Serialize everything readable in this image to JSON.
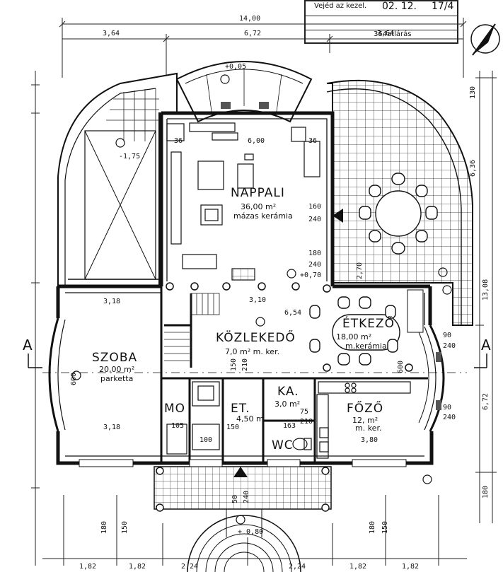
{
  "stamp": {
    "text1": "Vejéd az kezel.",
    "text2": "02. 12.",
    "text3": "17/4",
    "text4": "364atlárás"
  },
  "rooms": {
    "nappali": {
      "name": "NAPPALI",
      "area": "36,00 m²",
      "floor": "mázas kerámia"
    },
    "etkezo": {
      "name": "ÉTKEZŐ",
      "area": "18,00 m²",
      "floor": "m.kerámia"
    },
    "kozlekedo": {
      "name": "KÖZLEKEDŐ",
      "area": "7,0 m² m. ker."
    },
    "szoba": {
      "name": "SZOBA",
      "area": "20,00 m²",
      "floor": "parketta"
    },
    "mo": {
      "name": "MO"
    },
    "et": {
      "name": "ET.",
      "area": "4,50 m"
    },
    "ka": {
      "name": "KA.",
      "area": "3,0 m²"
    },
    "wc": {
      "name": "WC"
    },
    "fozo": {
      "name": "FŐZŐ",
      "area": "12, m²",
      "floor": "m. ker."
    }
  },
  "levels": {
    "top": "+0,05",
    "left": "-1,75",
    "mid": "+0,70",
    "bottom": "+ 0,80"
  },
  "section": {
    "left": "A",
    "right": "A"
  },
  "dims_top": {
    "total": "14,00",
    "left": "3,64",
    "mid": "6,72",
    "right": "3,64"
  },
  "dims_bottom": [
    "1,82",
    "1,82",
    "2,24",
    "2,24",
    "1,82",
    "1,82"
  ],
  "dims_inner": {
    "d600": "6,00",
    "d36a": "36",
    "d36b": "36",
    "d310": "3,10",
    "d654": "6,54",
    "d318a": "3,18",
    "d318b": "3,18",
    "d380": "3,80",
    "d160": "160",
    "d240a": "240",
    "d180": "180",
    "d240b": "240",
    "d270": "2,70",
    "d636": "6,36",
    "d1308": "13,08",
    "d672": "6,72",
    "d130": "130",
    "d180r": "180",
    "d600l": "600",
    "d600r": "600",
    "d150a": "150",
    "d210a": "210",
    "d150b": "150",
    "d100": "100",
    "d163": "163",
    "d75": "75",
    "d210b": "210",
    "d105": "105",
    "d90a": "90",
    "d240c": "240",
    "d90b": "90",
    "d240d": "240",
    "d180b1": "180",
    "d150c": "150",
    "d180b2": "180",
    "d150d": "150",
    "d50": "50",
    "d240e": "240"
  }
}
